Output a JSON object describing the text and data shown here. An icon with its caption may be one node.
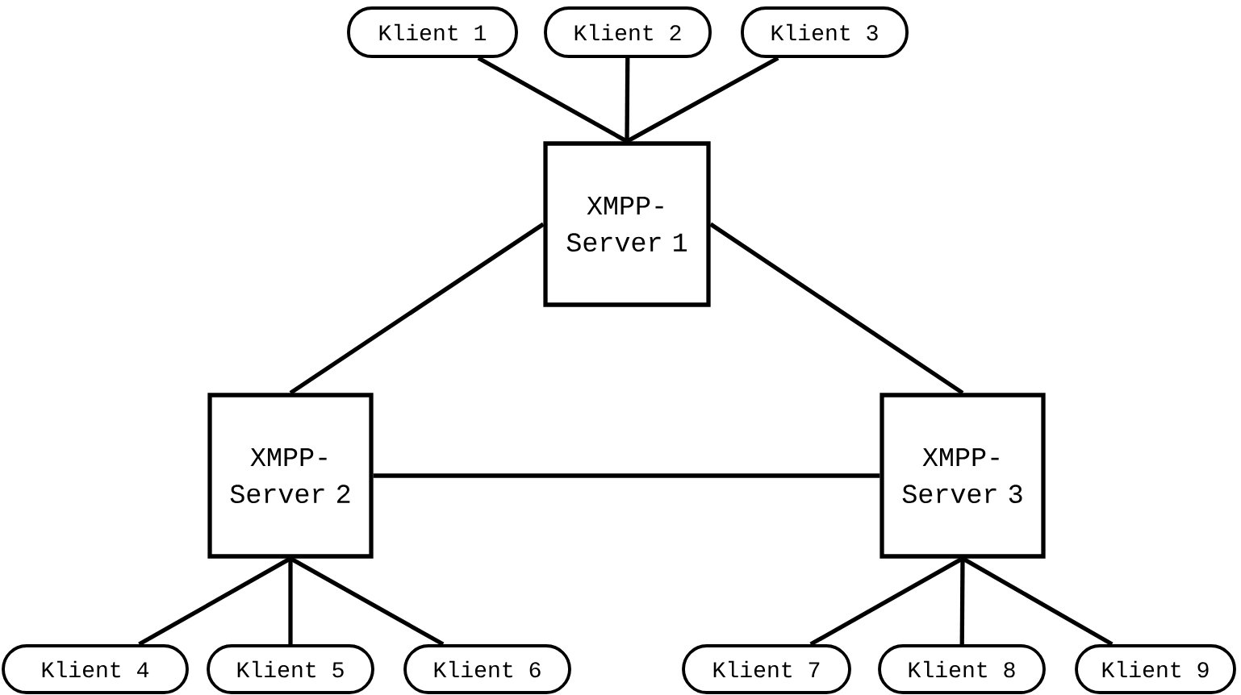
{
  "diagram": {
    "nodes": [
      {
        "text": [
          "Klient 1"
        ]
      },
      {
        "text": [
          "Klient 2"
        ]
      },
      {
        "text": [
          "Klient 3"
        ]
      },
      {
        "text": [
          "XMPP-Server 1"
        ]
      },
      {
        "text": [
          "XMPP-Server 2"
        ]
      },
      {
        "text": [
          "XMPP-Server 3"
        ]
      },
      {
        "text": [
          "Klient 4"
        ]
      },
      {
        "text": [
          "Klient 5"
        ]
      },
      {
        "text": [
          "Klient 6"
        ]
      },
      {
        "text": [
          "Klient 7"
        ]
      },
      {
        "text": [
          "Klient 8"
        ]
      },
      {
        "text": [
          "Klient 9"
        ]
      }
    ],
    "edges": [
      {
        "from": 0,
        "to": 3,
        "arrow": "none"
      },
      {
        "from": 1,
        "to": 3,
        "arrow": "none"
      },
      {
        "from": 2,
        "to": 3,
        "arrow": "none"
      },
      {
        "from": 3,
        "to": 4,
        "arrow": "none"
      },
      {
        "from": 3,
        "to": 5,
        "arrow": "none"
      },
      {
        "from": 4,
        "to": 5,
        "arrow": "none"
      },
      {
        "from": 4,
        "to": 6,
        "arrow": "none"
      },
      {
        "from": 4,
        "to": 7,
        "arrow": "none"
      },
      {
        "from": 4,
        "to": 8,
        "arrow": "none"
      },
      {
        "from": 5,
        "to": 9,
        "arrow": "none"
      },
      {
        "from": 5,
        "to": 10,
        "arrow": "none"
      },
      {
        "from": 5,
        "to": 11,
        "arrow": "none"
      }
    ]
  }
}
